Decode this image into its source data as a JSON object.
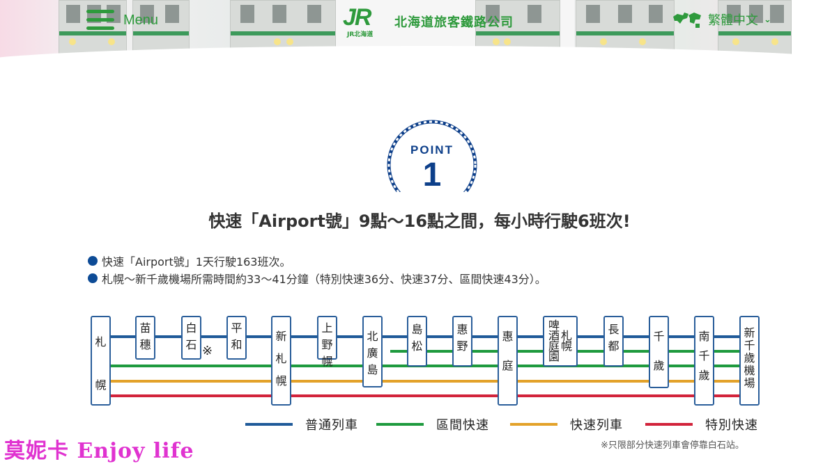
{
  "header": {
    "menu_label": "Menu",
    "logo_mark": "JR",
    "logo_sub": "JR北海道",
    "company_name": "北海道旅客鐵路公司",
    "language": "繁體中文",
    "brand_color": "#2e9a3c"
  },
  "point": {
    "label": "POINT",
    "number": "1"
  },
  "headline": "快速「Airport號」9點～16點之間，每小時行駛6班次!",
  "bullets": [
    "快速「Airport號」1天行駛163班次。",
    "札幌～新千歲機場所需時間約33～41分鐘（特別快速36分、快速37分、區間快速43分）。"
  ],
  "stations": [
    {
      "name": "札幌",
      "chars": [
        "札",
        "幌"
      ]
    },
    {
      "name": "苗穗",
      "chars": [
        "苗",
        "穗"
      ]
    },
    {
      "name": "白石",
      "chars": [
        "白",
        "石"
      ]
    },
    {
      "name": "平和",
      "chars": [
        "平",
        "和"
      ]
    },
    {
      "name": "新札幌",
      "chars": [
        "新",
        "札",
        "幌"
      ]
    },
    {
      "name": "上野幌",
      "chars": [
        "上",
        "野",
        "幌"
      ]
    },
    {
      "name": "北廣島",
      "chars": [
        "北",
        "廣",
        "島"
      ]
    },
    {
      "name": "島松",
      "chars": [
        "島",
        "松"
      ]
    },
    {
      "name": "惠野",
      "chars": [
        "惠",
        "野"
      ]
    },
    {
      "name": "惠庭",
      "chars": [
        "惠",
        "庭"
      ]
    },
    {
      "name": "札幌啤酒庭園",
      "cols": [
        [
          "札",
          "幌"
        ],
        [
          "啤",
          "酒",
          "庭",
          "園"
        ]
      ]
    },
    {
      "name": "長都",
      "chars": [
        "長",
        "都"
      ]
    },
    {
      "name": "千歲",
      "chars": [
        "千",
        "歲"
      ]
    },
    {
      "name": "南千歲",
      "chars": [
        "南",
        "千",
        "歲"
      ]
    },
    {
      "name": "新千歲機場",
      "chars": [
        "新",
        "千",
        "歲",
        "機",
        "場"
      ]
    }
  ],
  "note_mark": "※",
  "legend": [
    {
      "label": "普通列車",
      "color": "#1f5a99"
    },
    {
      "label": "區間快速",
      "color": "#1e9a3e"
    },
    {
      "label": "快速列車",
      "color": "#e3a22a"
    },
    {
      "label": "特別快速",
      "color": "#d2233b"
    }
  ],
  "footnote": "※只限部分快速列車會停靠白石站。",
  "watermark": "莫妮卡 Enjoy life"
}
